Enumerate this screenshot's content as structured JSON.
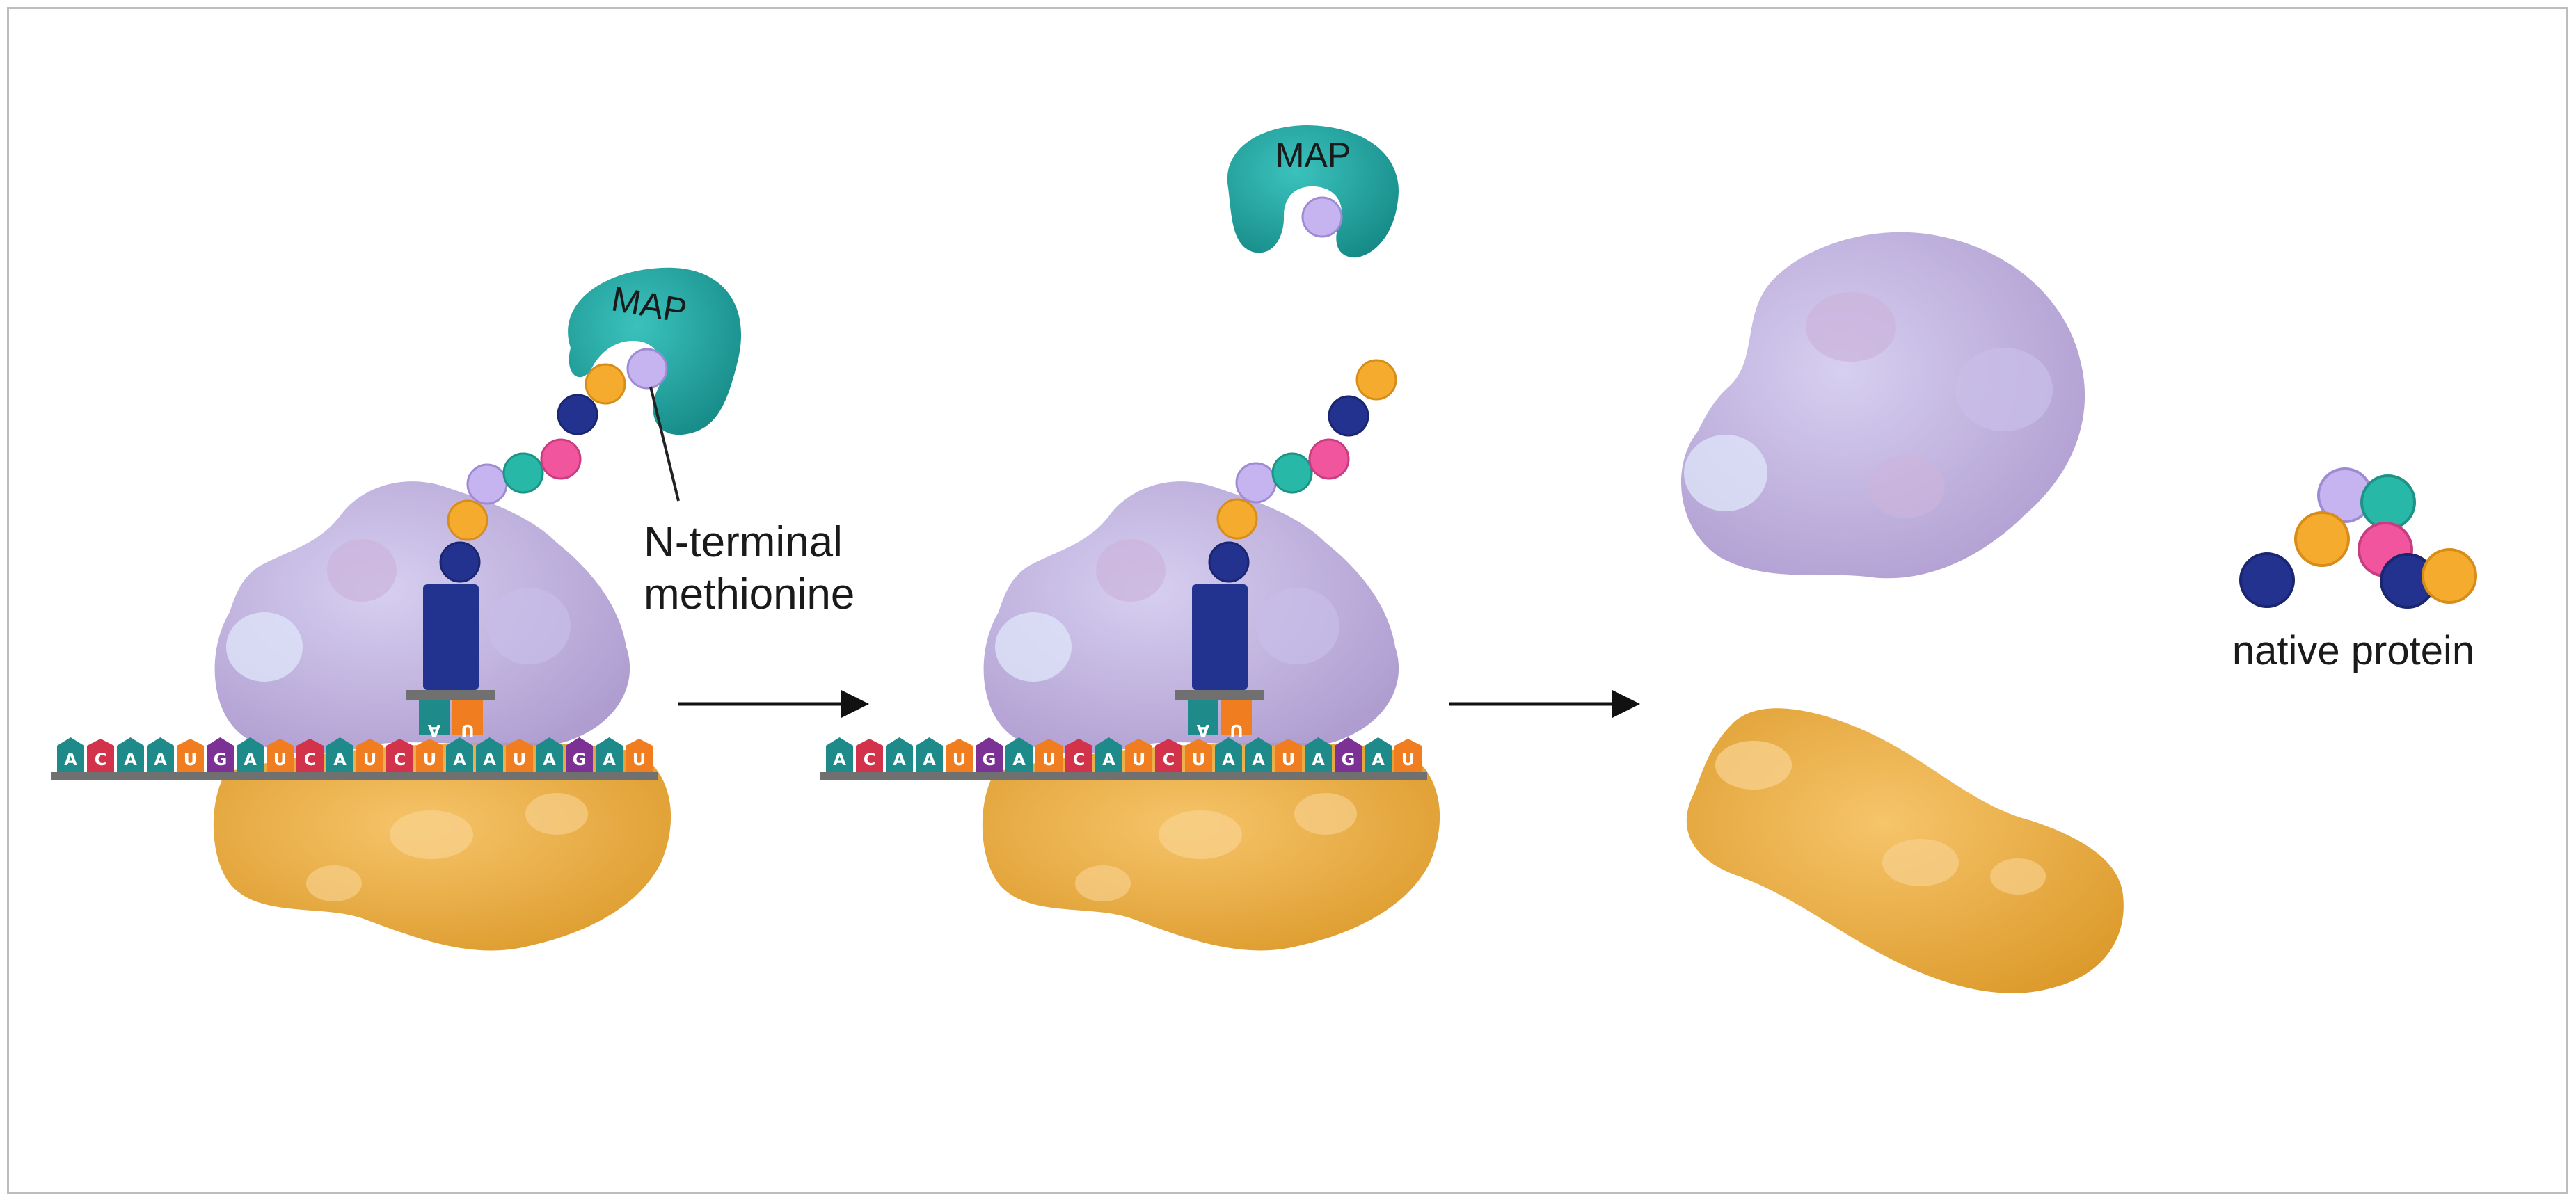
{
  "labels": {
    "map_enzyme": "MAP",
    "n_terminal": [
      "N-terminal",
      "methionine"
    ],
    "native_protein": "native protein"
  },
  "mrna_sequence": [
    "A",
    "C",
    "A",
    "A",
    "U",
    "G",
    "A",
    "U",
    "C",
    "A",
    "U",
    "C",
    "U",
    "A",
    "A",
    "U",
    "A",
    "G",
    "A",
    "U"
  ],
  "mrna_sequence_2": [
    "A",
    "C",
    "A",
    "A",
    "U",
    "G",
    "A",
    "U",
    "C",
    "A",
    "U",
    "C",
    "U",
    "A",
    "A",
    "U",
    "A",
    "G",
    "A",
    "U"
  ],
  "anticodon": [
    "A",
    "U"
  ],
  "colors": {
    "nt_A": "#1f8a8a",
    "nt_C": "#d2334a",
    "nt_U": "#f07d1f",
    "nt_G": "#7b3294",
    "ribosome_large": "#b9a7d9",
    "ribosome_small": "#e9a83a",
    "map_enzyme": "#1ea3a0",
    "methionine": "#c6b4f0",
    "aa_orange": "#f5ac2e",
    "aa_navy": "#23328f",
    "aa_teal": "#27b8a8",
    "aa_pink": "#f0559e",
    "trna": "#22328f",
    "backbone": "#707070",
    "arrow": "#111111"
  },
  "icons": {
    "arrow_1": "arrow-right-icon",
    "arrow_2": "arrow-right-icon"
  }
}
